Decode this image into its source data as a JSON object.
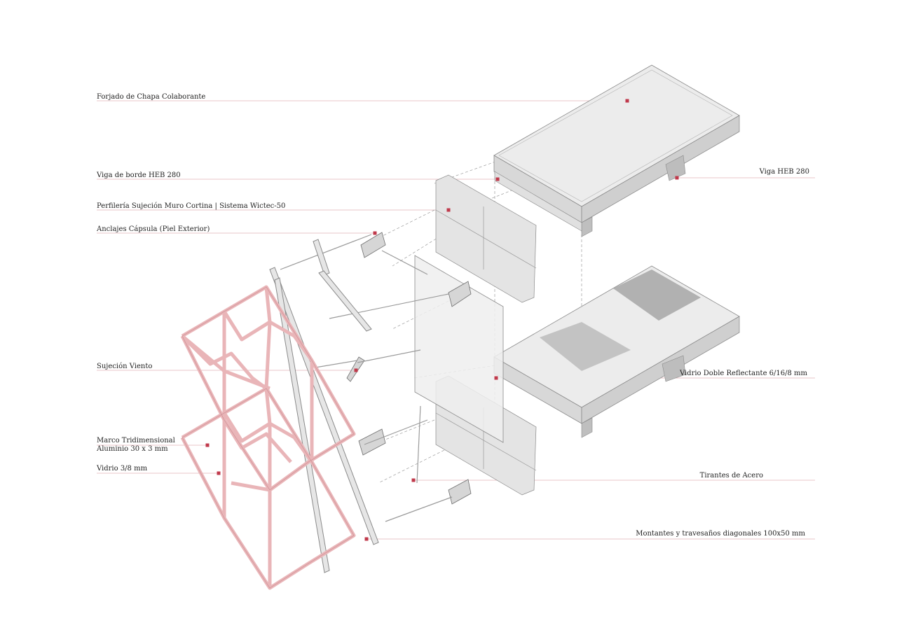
{
  "labels_left": {
    "forjado": "Forjado de Chapa Colaborante",
    "viga_borde": "Viga  de borde HEB 280",
    "perfileria": "Perfilería Sujeción Muro Cortina | Sistema Wictec-50",
    "anclajes": "Anclajes Cápsula (Piel Exterior)",
    "sujecion": "Sujeción Viento",
    "marco_line1": "Marco Tridimensional",
    "marco_line2": "Aluminio 30 x 3 mm",
    "vidrio": "Vidrio 3/8 mm"
  },
  "labels_right": {
    "viga_heb": "Viga HEB 280",
    "vidrio_doble": "Vidrio Doble Reflectante 6/16/8 mm",
    "tirantes": "Tirantes de Acero",
    "montantes": "Montantes y travesaños diagonales 100x50 mm"
  },
  "colors": {
    "leader_line": "#e8c6c9",
    "marker": "#c0394b",
    "frame_pink": "#e9b5b8",
    "frame_edge": "#c98a8f",
    "slab_fill": "#e6e6e6",
    "slab_edge": "#8a8a8a",
    "glass_fill": "#eeeeee",
    "dashed": "#9a9a9a"
  }
}
